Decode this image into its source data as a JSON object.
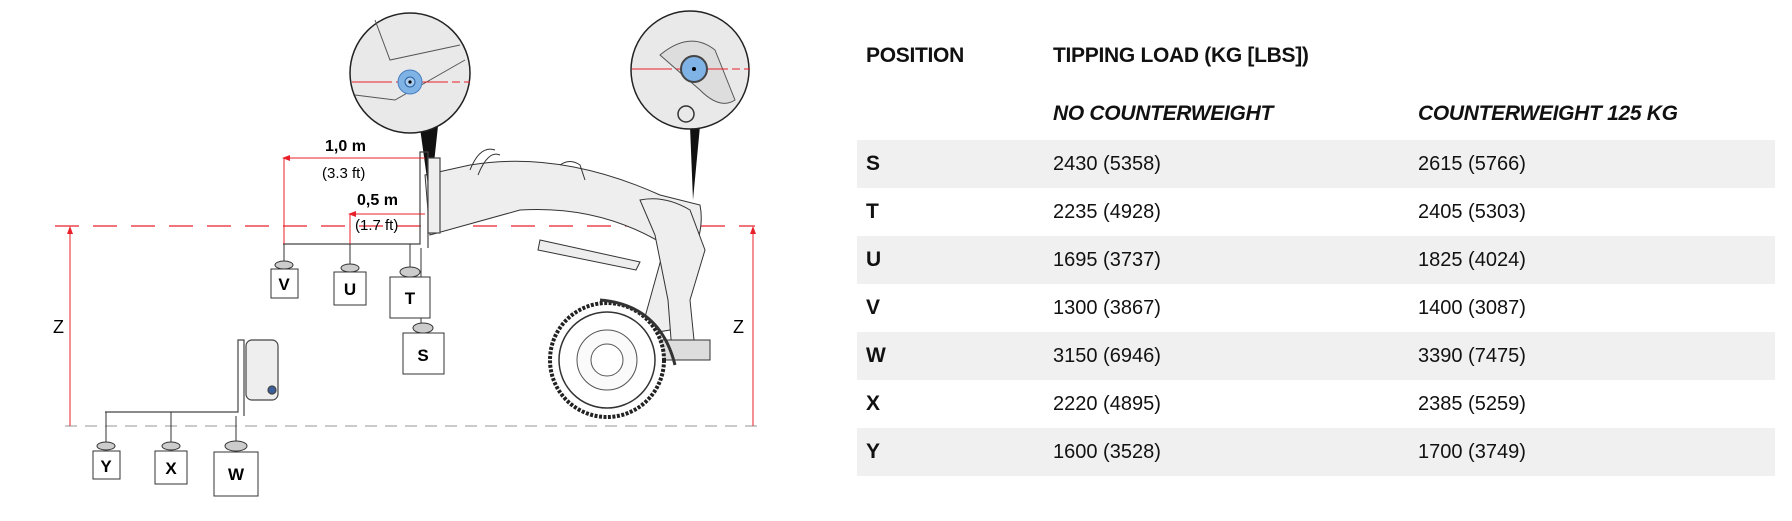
{
  "diagram": {
    "dim_1": {
      "metric": "1,0 m",
      "imperial": "(3.3 ft)"
    },
    "dim_2": {
      "metric": "0,5 m",
      "imperial": "(1.7 ft)"
    },
    "height_label_left": "Z",
    "height_label_right": "Z",
    "load_labels": {
      "S": "S",
      "T": "T",
      "U": "U",
      "V": "V",
      "W": "W",
      "X": "X",
      "Y": "Y"
    },
    "colors": {
      "reference_line": "#e8202a",
      "pivot_blue": "#7fb2e5",
      "ground_line": "#aaaaaa"
    }
  },
  "table": {
    "headers": {
      "position": "POSITION",
      "tipping_load": "TIPPING LOAD (KG [LBS])"
    },
    "subheaders": {
      "no_cw": "NO COUNTERWEIGHT",
      "cw": "COUNTERWEIGHT 125 KG"
    },
    "rows": [
      {
        "position": "S",
        "no_cw": "2430 (5358)",
        "cw": "2615 (5766)"
      },
      {
        "position": "T",
        "no_cw": "2235 (4928)",
        "cw": "2405 (5303)"
      },
      {
        "position": "U",
        "no_cw": "1695 (3737)",
        "cw": "1825 (4024)"
      },
      {
        "position": "V",
        "no_cw": "1300 (3867)",
        "cw": "1400 (3087)"
      },
      {
        "position": "W",
        "no_cw": "3150 (6946)",
        "cw": "3390 (7475)"
      },
      {
        "position": "X",
        "no_cw": "2220 (4895)",
        "cw": "2385 (5259)"
      },
      {
        "position": "Y",
        "no_cw": "1600 (3528)",
        "cw": "1700 (3749)"
      }
    ]
  }
}
